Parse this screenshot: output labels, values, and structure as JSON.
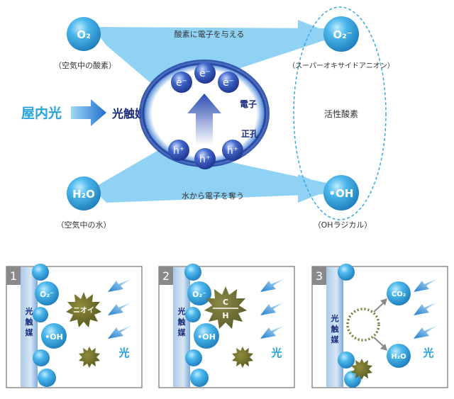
{
  "top": {
    "o2": "O₂",
    "o2_caption": "（空気中の酸素）",
    "h2o": "H₂O",
    "h2o_caption": "（空気中の水）",
    "superoxide": "O₂⁻",
    "superoxide_caption": "（スーパーオキサイドアニオン）",
    "oh": "•OH",
    "oh_caption": "（OHラジカル）",
    "arrow_top_label": "酸素に電子を与える",
    "arrow_bottom_label": "水から電子を奪う",
    "indoor_light": "屋内光",
    "photocatalyst": "光触媒",
    "electron": "e⁻",
    "hole": "h⁺",
    "electron_label": "電子",
    "hole_label": "正孔",
    "active_oxygen": "活性酸素"
  },
  "panels": [
    {
      "number": "1",
      "coating": "光触媒",
      "o2": "O₂⁻",
      "oh": "•OH",
      "target": "ニオイ",
      "light": "光"
    },
    {
      "number": "2",
      "coating": "光触媒",
      "o2": "O₂⁻",
      "oh": "•OH",
      "target_top": "C",
      "target_bottom": "H",
      "light": "光"
    },
    {
      "number": "3",
      "coating": "光触媒",
      "co2": "CO₂",
      "h2o": "H₂O",
      "light": "光"
    }
  ],
  "colors": {
    "sphere": "#2f9fd6",
    "light_blue": "#29a3dc",
    "navy": "#1a2a7a",
    "dust": "#6b6a2a"
  }
}
